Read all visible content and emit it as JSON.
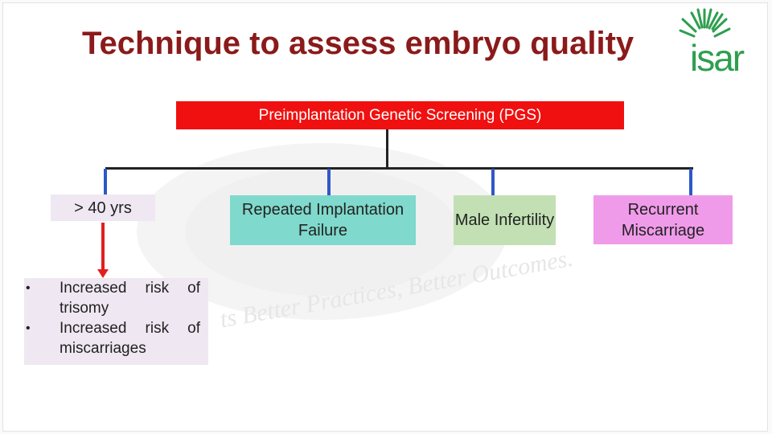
{
  "slide": {
    "title": "Technique to assess embryo quality",
    "logo_text": "isar",
    "watermark_text": "ts Better Practices, Better Outcomes."
  },
  "diagram": {
    "root": "Preimplantation Genetic Screening (PGS)",
    "branches": [
      "> 40 yrs",
      "Repeated Implantation Failure",
      "Male Infertility",
      "Recurrent Miscarriage"
    ],
    "age_outcomes": [
      "Increased risk of trisomy",
      "Increased risk of miscarriages"
    ]
  },
  "colors": {
    "title": "#8b1a1a",
    "root_box": "#f01010",
    "rif_box": "#7fd9cc",
    "male_box": "#c2e0b4",
    "rm_box": "#f09bea",
    "age_box": "#efe7f1",
    "arrow": "#e02020",
    "logo_green": "#2e9e4f"
  }
}
